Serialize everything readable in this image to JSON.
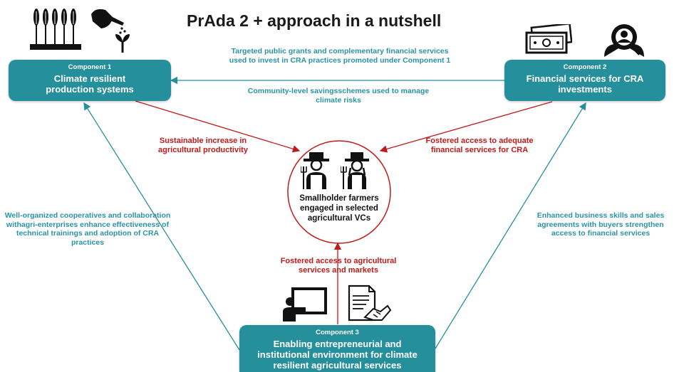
{
  "title": "PrAda 2 + approach in a nutshell",
  "components": {
    "c1": {
      "label": "Component 1",
      "name": "Climate resilient production systems"
    },
    "c2": {
      "label": "Component 2",
      "name": "Financial services for CRA investments"
    },
    "c3": {
      "label": "Component 3",
      "name": "Enabling entrepreneurial and institutional environment for climate resilient agricultural services"
    }
  },
  "center": {
    "text": "Smallholder farmers engaged in selected agricultural VCs"
  },
  "arrows": {
    "top_grants": "Targeted public grants and complementary financial services used to invest in CRA practices promoted under Component 1",
    "top_savings": "Community-level savingsschemes used to manage climate risks",
    "left_red": "Sustainable increase in agricultural productivity",
    "right_red": "Fostered access to adequate financial services for CRA",
    "bottom_red": "Fostered access to agricultural services and markets",
    "left_teal": "Well-organized cooperatives and collaboration withagri-enterprises enhance effectiveness of technical trainings and adoption of CRA practices",
    "right_teal": "Enhanced business skills and sales agreements with buyers strengthen access to financial services"
  },
  "colors": {
    "teal": "#268f9c",
    "teal_text": "#2a93a4",
    "red": "#c01a1a"
  },
  "icons": [
    "wheat-field-icon",
    "watering-can-icon",
    "banknote-icon",
    "investor-search-icon",
    "farmer-icon",
    "female-farmer-icon",
    "presentation-icon",
    "contract-handshake-icon"
  ]
}
